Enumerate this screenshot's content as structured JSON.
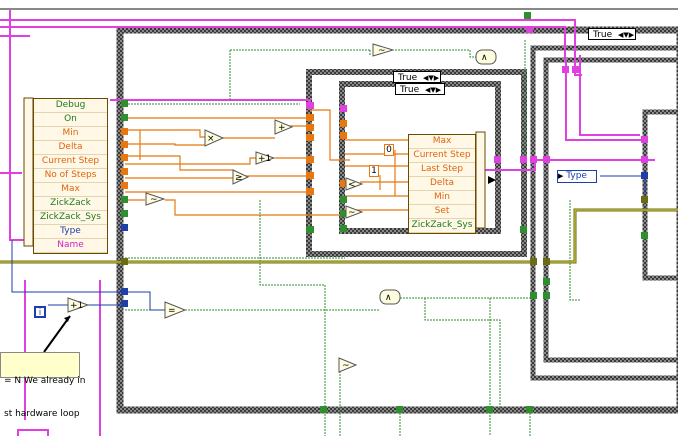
{
  "case_selectors": {
    "top_right": "True",
    "middle_outer": "True",
    "middle_inner": "True"
  },
  "left_cluster": {
    "items": [
      {
        "label": "Debug",
        "color": "#1e7a1e"
      },
      {
        "label": "On",
        "color": "#1e7a1e"
      },
      {
        "label": "Min",
        "color": "#e0640e"
      },
      {
        "label": "Delta",
        "color": "#e0640e"
      },
      {
        "label": "Current Step",
        "color": "#e0640e"
      },
      {
        "label": "No of Steps",
        "color": "#e0640e"
      },
      {
        "label": "Max",
        "color": "#e0640e"
      },
      {
        "label": "ZickZack",
        "color": "#1e7a1e"
      },
      {
        "label": "ZickZack_Sys",
        "color": "#1e7a1e"
      },
      {
        "label": "Type",
        "color": "#1e3eaa"
      },
      {
        "label": "Name",
        "color": "#d020c8"
      }
    ]
  },
  "right_cluster": {
    "items": [
      {
        "label": "Max",
        "color": "#e0640e"
      },
      {
        "label": "Current Step",
        "color": "#e0640e"
      },
      {
        "label": "Last Step",
        "color": "#e0640e"
      },
      {
        "label": "Delta",
        "color": "#e0640e"
      },
      {
        "label": "Min",
        "color": "#e0640e"
      },
      {
        "label": "Set",
        "color": "#e0640e"
      },
      {
        "label": "ZickZack_Sys",
        "color": "#1e7a1e"
      }
    ]
  },
  "constants": {
    "zero": "0",
    "one": "1",
    "i": "i"
  },
  "type_label": "Type",
  "comment": {
    "line1": "= N We already in",
    "line2": "st hardware loop"
  },
  "colors": {
    "wire_pink": "#e040e0",
    "wire_orange": "#e8780e",
    "wire_green": "#2f8f2f",
    "wire_blue": "#1e3eaa",
    "wire_olive": "#6b6b14",
    "structure_border": "#3a3a3a"
  }
}
